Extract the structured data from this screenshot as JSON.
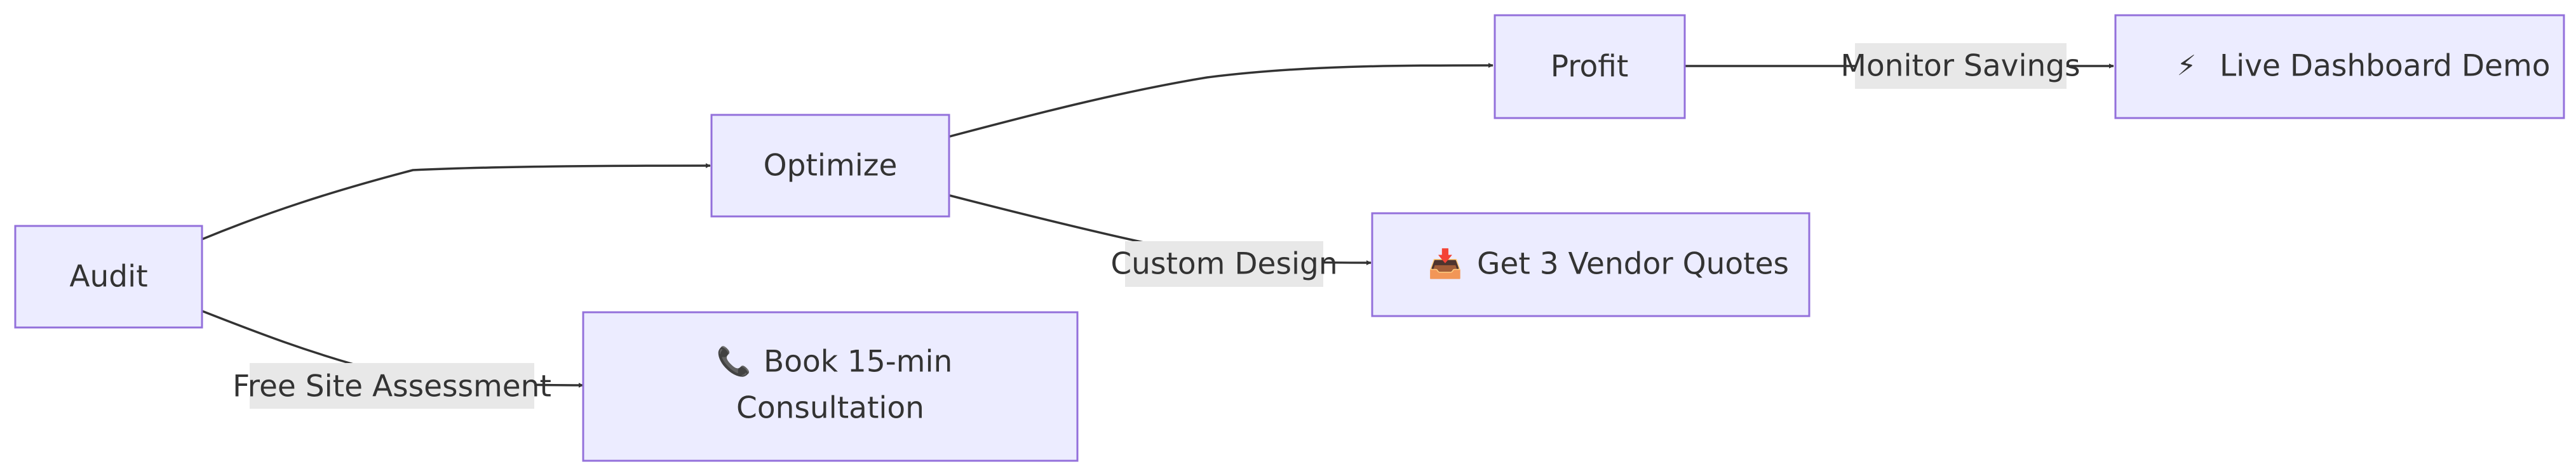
{
  "diagram": {
    "type": "flowchart",
    "direction": "left-to-right",
    "colors": {
      "node_fill": "#ECECFF",
      "node_stroke": "#9370DB",
      "edge": "#333333",
      "edge_label_bg": "#e8e8e8",
      "text": "#333333"
    },
    "nodes": {
      "audit": {
        "label": "Audit"
      },
      "optimize": {
        "label": "Optimize"
      },
      "profit": {
        "label": "Profit"
      },
      "consultation": {
        "icon": "phone-icon",
        "icon_glyph": "📞",
        "line1": "Book 15-min",
        "line2": "Consultation"
      },
      "quotes": {
        "icon": "inbox-tray-icon",
        "icon_glyph": "📥",
        "label": "Get 3 Vendor Quotes"
      },
      "dashboard": {
        "icon": "lightning-icon",
        "icon_glyph": "⚡",
        "label": "Live Dashboard Demo"
      }
    },
    "edges": [
      {
        "from": "Audit",
        "to": "Optimize",
        "label": ""
      },
      {
        "from": "Audit",
        "to": "Book 15-min Consultation",
        "label": "Free Site Assessment"
      },
      {
        "from": "Optimize",
        "to": "Profit",
        "label": ""
      },
      {
        "from": "Optimize",
        "to": "Get 3 Vendor Quotes",
        "label": "Custom Design"
      },
      {
        "from": "Profit",
        "to": "Live Dashboard Demo",
        "label": "Monitor Savings"
      }
    ],
    "edge_labels": {
      "free_site_assessment": "Free Site Assessment",
      "custom_design": "Custom Design",
      "monitor_savings": "Monitor Savings"
    }
  }
}
